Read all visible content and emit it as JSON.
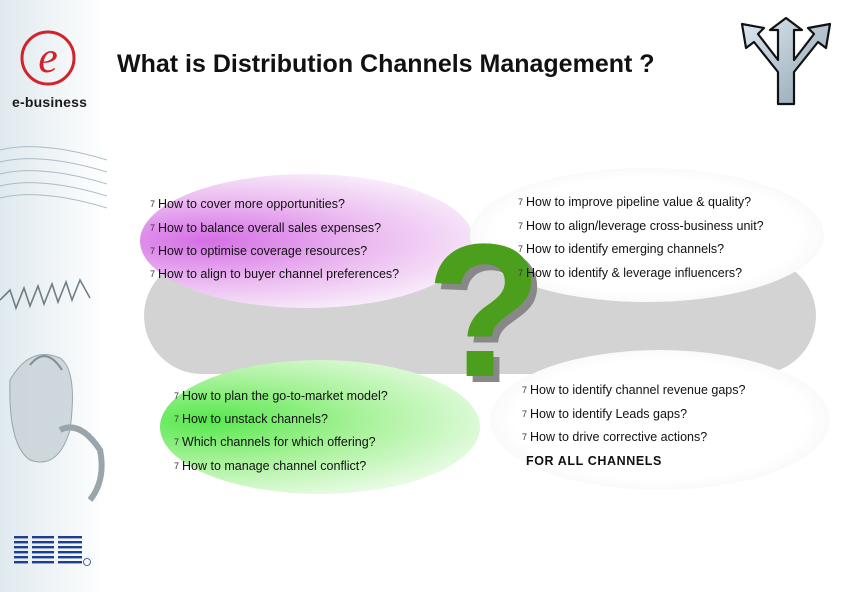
{
  "branding": {
    "ebusiness_label": "e-business",
    "ibm_label": "IBM"
  },
  "slide": {
    "title": "What is Distribution Channels Management ?",
    "bullet_glyph": "7",
    "question_mark": "?",
    "footer_note": "FOR  ALL  CHANNELS"
  },
  "groups": {
    "top_left": [
      "How to cover more opportunities?",
      "How to balance overall sales expenses?",
      "How to optimise coverage resources?",
      "How to align to buyer channel preferences?"
    ],
    "top_right": [
      "How to improve pipeline value & quality?",
      "How to align/leverage cross-business unit?",
      "How to identify emerging channels?",
      "How to identify & leverage influencers?"
    ],
    "bottom_left": [
      "How to plan the go-to-market model?",
      "How to unstack channels?",
      "Which  channels for which offering?",
      "How to manage channel conflict?"
    ],
    "bottom_right": [
      "How to identify channel revenue gaps?",
      "How to identify Leads gaps?",
      "How to drive corrective actions?"
    ]
  },
  "colors": {
    "purple_bubble": "#d56ee6",
    "green_bubble": "#57e84d",
    "question_green": "#4c9e1d",
    "grey_band": "#d3d3d3",
    "ebusiness_red": "#d2232a"
  }
}
